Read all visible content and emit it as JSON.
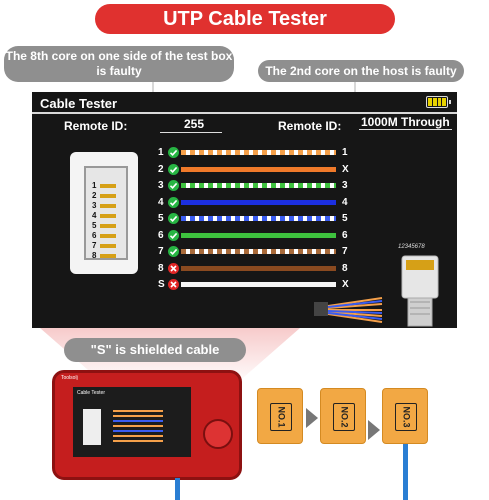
{
  "title": "UTP Cable Tester",
  "callouts": {
    "left": "The 8th core on one side of the test box is faulty",
    "right": "The 2nd core on the host is faulty",
    "shield": "\"S\" is shielded cable"
  },
  "screen": {
    "app_title": "Cable Tester",
    "remote_label_left": "Remote ID:",
    "remote_value": "255",
    "remote_label_right": "Remote ID:",
    "mode": "1000M Through",
    "sample_code": "12345678"
  },
  "connector_pins": [
    "1",
    "2",
    "3",
    "4",
    "5",
    "6",
    "7",
    "8"
  ],
  "cores": [
    {
      "left": "1",
      "right": "1",
      "status": "ok",
      "color": "#f5a04a",
      "stripe": true
    },
    {
      "left": "2",
      "right": "X",
      "status": "ok",
      "color": "#f07a2a",
      "stripe": false
    },
    {
      "left": "3",
      "right": "3",
      "status": "ok",
      "color": "#3ec23e",
      "stripe": true
    },
    {
      "left": "4",
      "right": "4",
      "status": "ok",
      "color": "#1c2fe0",
      "stripe": false
    },
    {
      "left": "5",
      "right": "5",
      "status": "ok",
      "color": "#3a5cf0",
      "stripe": true
    },
    {
      "left": "6",
      "right": "6",
      "status": "ok",
      "color": "#3ec23e",
      "stripe": false
    },
    {
      "left": "7",
      "right": "7",
      "status": "ok",
      "color": "#a86a3a",
      "stripe": true
    },
    {
      "left": "8",
      "right": "8",
      "status": "bad",
      "color": "#8a4a20",
      "stripe": false
    },
    {
      "left": "S",
      "right": "X",
      "status": "bad",
      "color": "#f5f5f5",
      "stripe": false
    }
  ],
  "device": {
    "brand": "Toolsolj",
    "screen_title": "Cable Tester"
  },
  "remote_boxes": [
    "NO.1",
    "NO.2",
    "NO.3"
  ]
}
